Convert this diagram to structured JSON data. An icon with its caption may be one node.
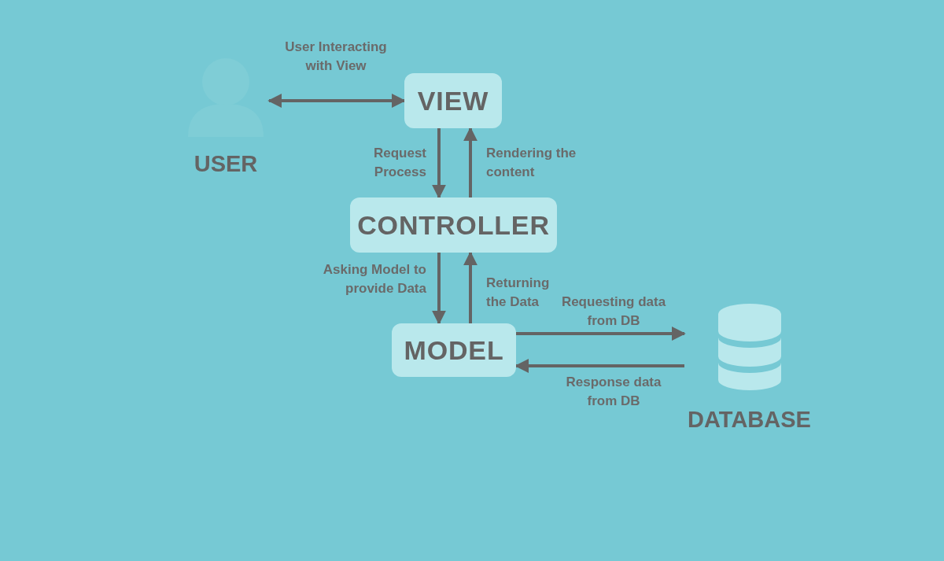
{
  "diagram": {
    "nodes": [
      {
        "text": [
          "USER"
        ]
      },
      {
        "text": [
          "VIEW"
        ]
      },
      {
        "text": [
          "CONTROLLER"
        ]
      },
      {
        "text": [
          "MODEL"
        ]
      },
      {
        "text": [
          "DATABASE"
        ]
      }
    ],
    "edges": [
      {
        "from": 0,
        "to": 1,
        "arrow": "both",
        "label": "User Interacting with View"
      },
      {
        "from": 1,
        "to": 2,
        "arrow": "to",
        "label": "Request Process"
      },
      {
        "from": 2,
        "to": 1,
        "arrow": "to",
        "label": "Rendering the content"
      },
      {
        "from": 2,
        "to": 3,
        "arrow": "to",
        "label": "Asking Model to provide Data"
      },
      {
        "from": 3,
        "to": 2,
        "arrow": "to",
        "label": "Returning the Data"
      },
      {
        "from": 3,
        "to": 4,
        "arrow": "to",
        "label": "Requesting data from DB"
      },
      {
        "from": 4,
        "to": 3,
        "arrow": "to",
        "label": "Response data from DB"
      }
    ]
  }
}
